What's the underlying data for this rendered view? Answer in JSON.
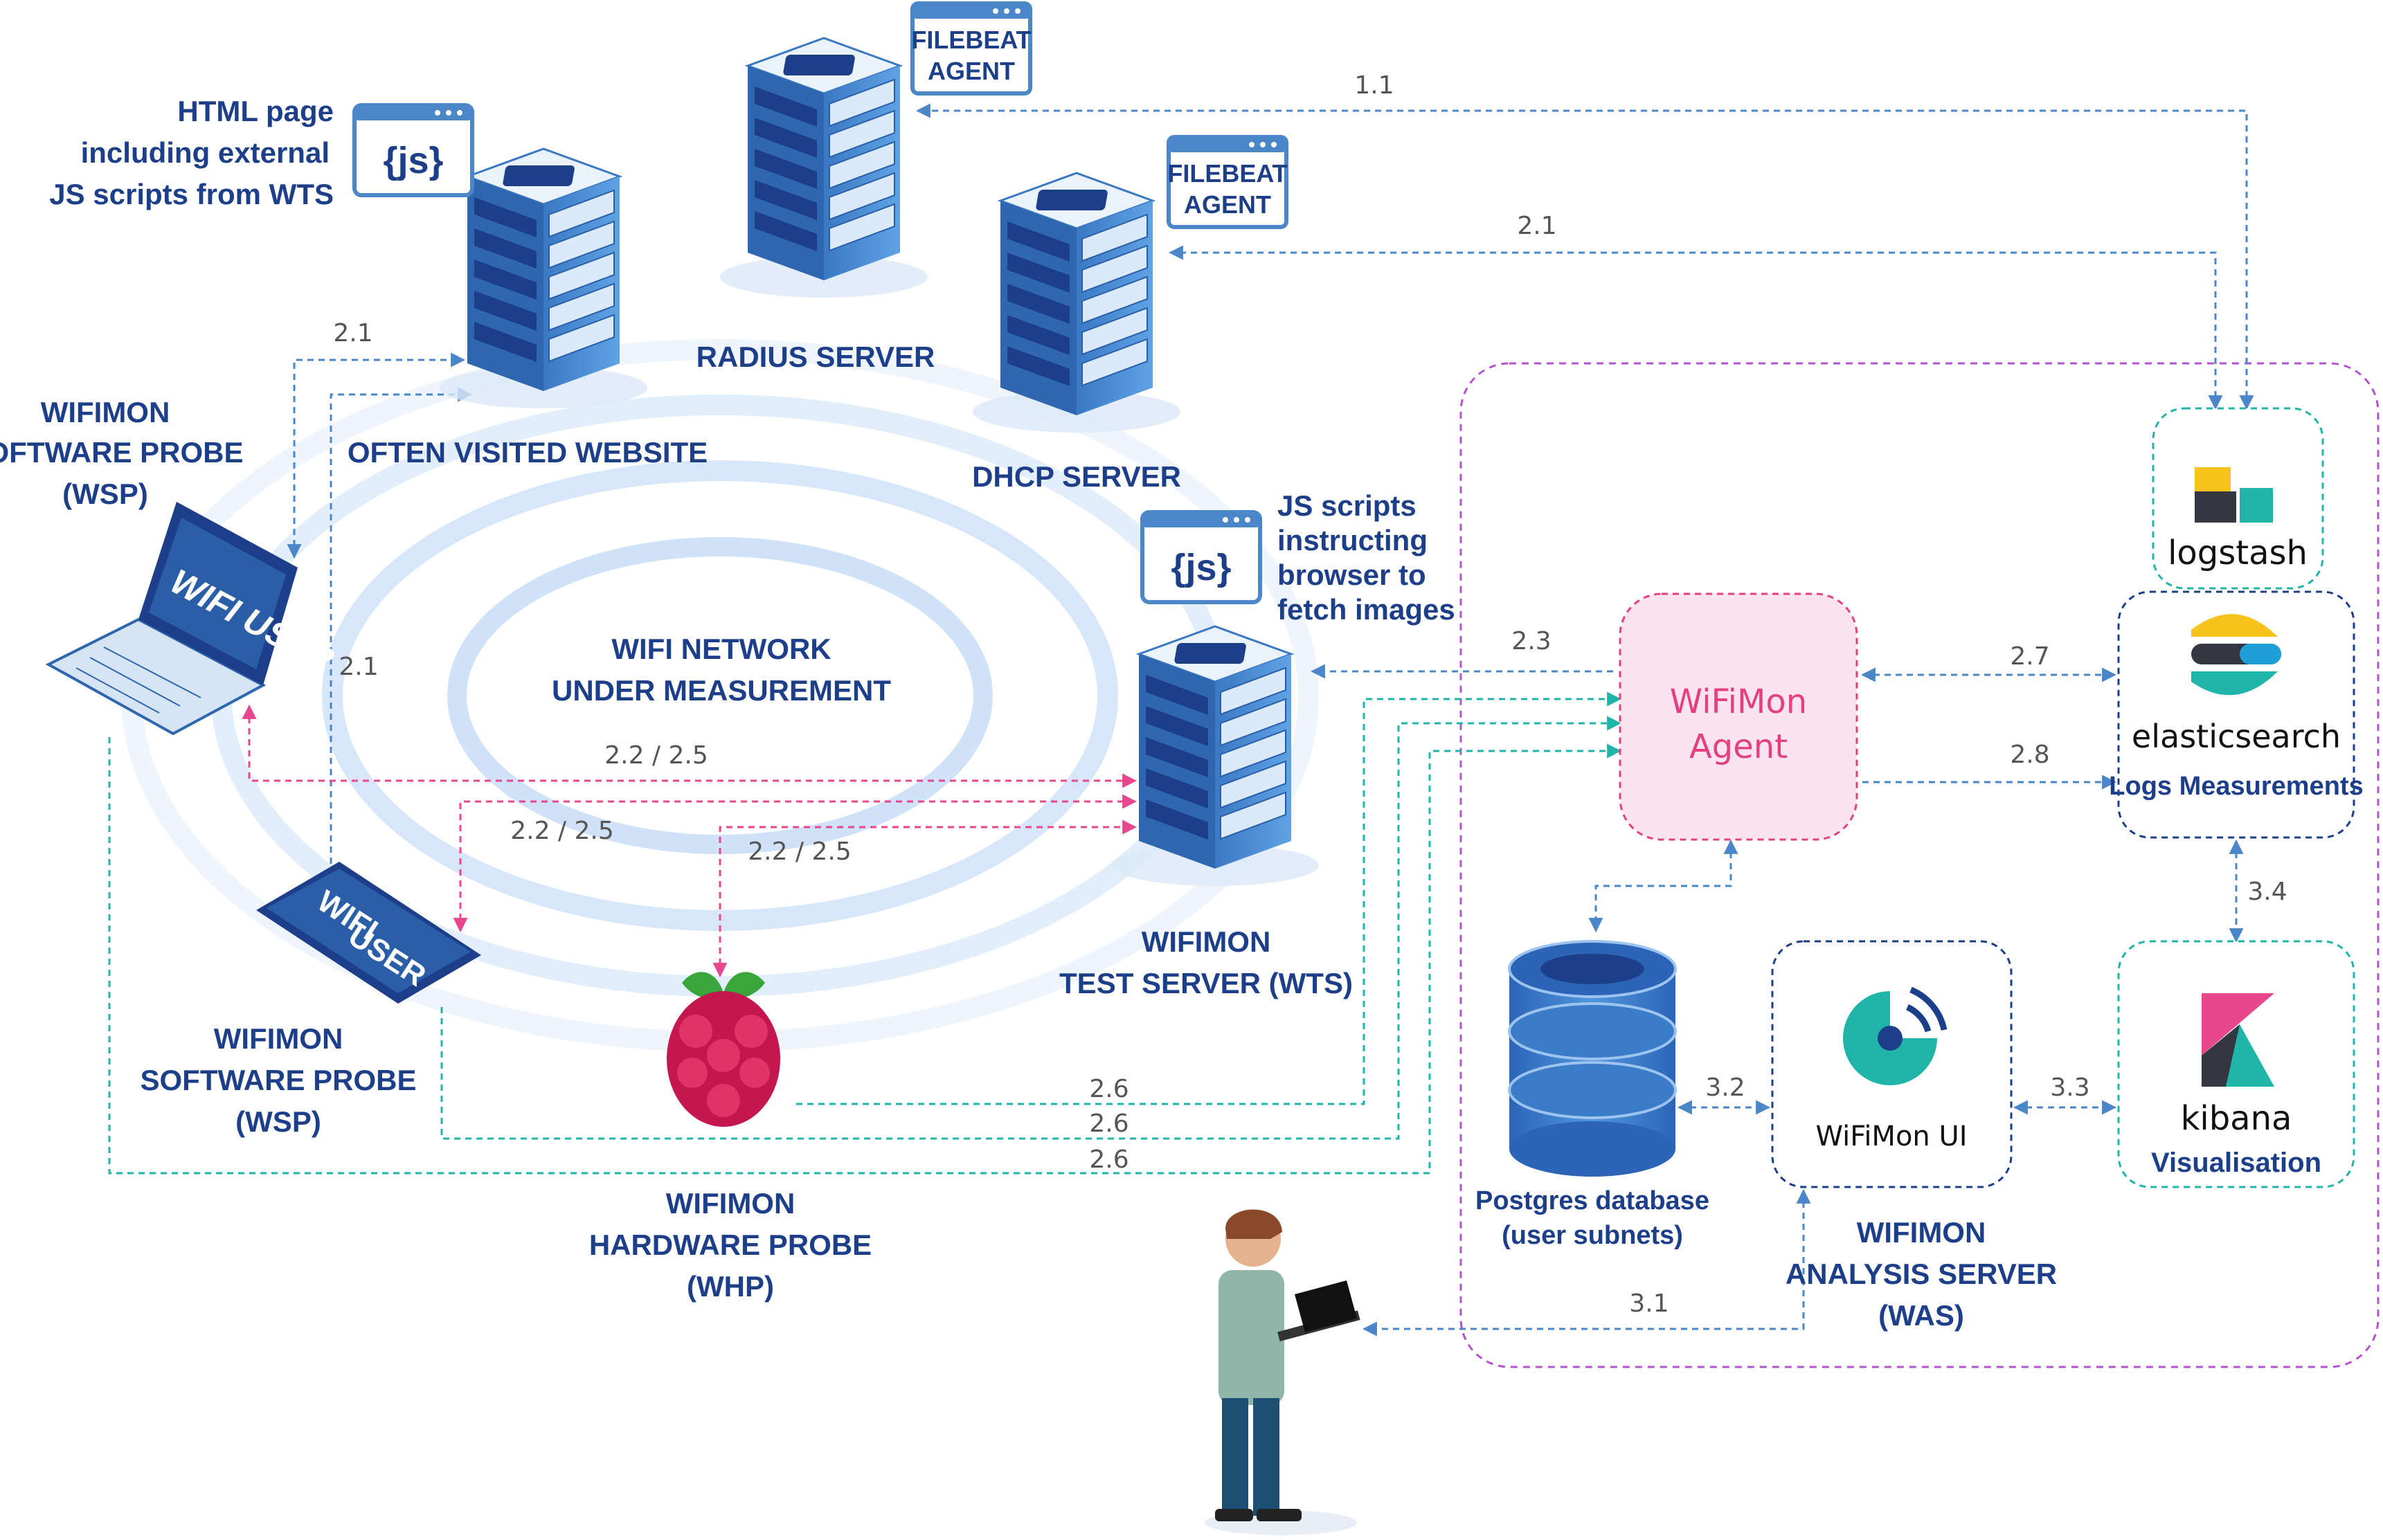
{
  "colors": {
    "navy": "#1d3f8a",
    "server_blue": "#4a8fd6",
    "blue_arrow": "#4a86c8",
    "pink_arrow": "#e8478f",
    "teal_arrow": "#1fb5a8",
    "purple_border": "#b453d0",
    "agent_fill": "#fce4ef",
    "agent_text": "#e3407f"
  },
  "labels": {
    "html_page_l1": "HTML page",
    "html_page_l2": "including external",
    "html_page_l3": "JS scripts from WTS",
    "js_badge_1": "{js}",
    "js_badge_2": "{js}",
    "filebeat_1_l1": "FILEBEAT",
    "filebeat_1_l2": "AGENT",
    "filebeat_2_l1": "FILEBEAT",
    "filebeat_2_l2": "AGENT",
    "radius_server": "RADIUS SERVER",
    "dhcp_server": "DHCP SERVER",
    "often_visited": "OFTEN VISITED WEBSITE",
    "wsp_top_l1": "WIFIMON",
    "wsp_top_l2": "SOFTWARE PROBE",
    "wsp_top_l3": "(WSP)",
    "laptop_screen_l1": "WIFI USER",
    "phone_screen_l1": "WIFI",
    "phone_screen_l2": "USER",
    "wifi_network_l1": "WIFI NETWORK",
    "wifi_network_l2": "UNDER MEASUREMENT",
    "js_scripts_l1": "JS scripts",
    "js_scripts_l2": "instructing",
    "js_scripts_l3": "browser to",
    "js_scripts_l4": "fetch images",
    "wts_l1": "WIFIMON",
    "wts_l2": "TEST SERVER (WTS)",
    "wsp_bottom_l1": "WIFIMON",
    "wsp_bottom_l2": "SOFTWARE PROBE",
    "wsp_bottom_l3": "(WSP)",
    "whp_l1": "WIFIMON",
    "whp_l2": "HARDWARE PROBE",
    "whp_l3": "(WHP)",
    "agent_l1": "WiFiMon",
    "agent_l2": "Agent",
    "logstash": "logstash",
    "elasticsearch": "elasticsearch",
    "logs_measurements": "Logs Measurements",
    "kibana": "kibana",
    "visualisation": "Visualisation",
    "wifimon_ui": "WiFiMon UI",
    "postgres_l1": "Postgres database",
    "postgres_l2": "(user subnets)",
    "was_l1": "WIFIMON",
    "was_l2": "ANALYSIS SERVER",
    "was_l3": "(WAS)"
  },
  "edges": {
    "e1_1": "1.1",
    "e2_1_top": "2.1",
    "e2_1_left": "2.1",
    "e2_1_mid": "2.1",
    "e2_2_a": "2.2 / 2.5",
    "e2_2_b": "2.2 / 2.5",
    "e2_2_c": "2.2 / 2.5",
    "e2_3": "2.3",
    "e2_6_a": "2.6",
    "e2_6_b": "2.6",
    "e2_6_c": "2.6",
    "e2_7": "2.7",
    "e2_8": "2.8",
    "e3_1": "3.1",
    "e3_2": "3.2",
    "e3_3": "3.3",
    "e3_4": "3.4"
  }
}
